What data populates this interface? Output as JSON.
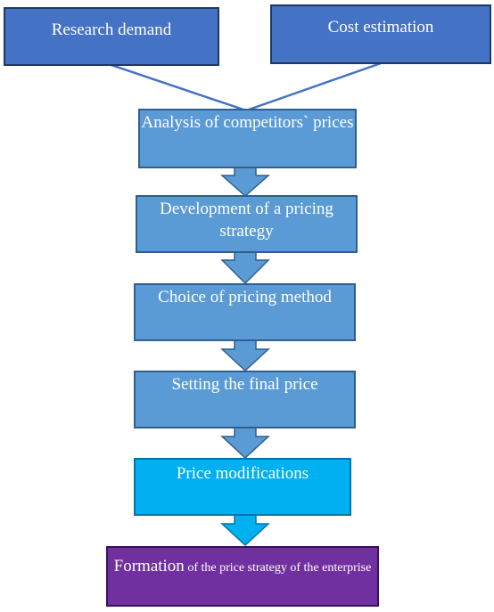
{
  "diagram": {
    "colors": {
      "top_fill": "#4472c4",
      "mid_fill": "#5b9bd5",
      "modification_fill": "#00b0f0",
      "final_fill": "#7030a0",
      "arrow_fill": "#5b9bd5",
      "connector_line": "#4472c4",
      "text": "#ffffff"
    },
    "inputs": [
      {
        "id": "research",
        "label": "Research demand"
      },
      {
        "id": "cost",
        "label": "Cost estimation"
      }
    ],
    "steps": [
      {
        "id": "analysis",
        "label": "Analysis of competitors` prices"
      },
      {
        "id": "development",
        "label": "Development of a pricing strategy"
      },
      {
        "id": "choice",
        "label": "Choice of pricing method"
      },
      {
        "id": "setting",
        "label": "Setting the final price"
      },
      {
        "id": "modifications",
        "label": "Price modifications"
      }
    ],
    "result": {
      "label_lead": "Formation",
      "label_rest": " of the price strategy of the enterprise"
    }
  }
}
